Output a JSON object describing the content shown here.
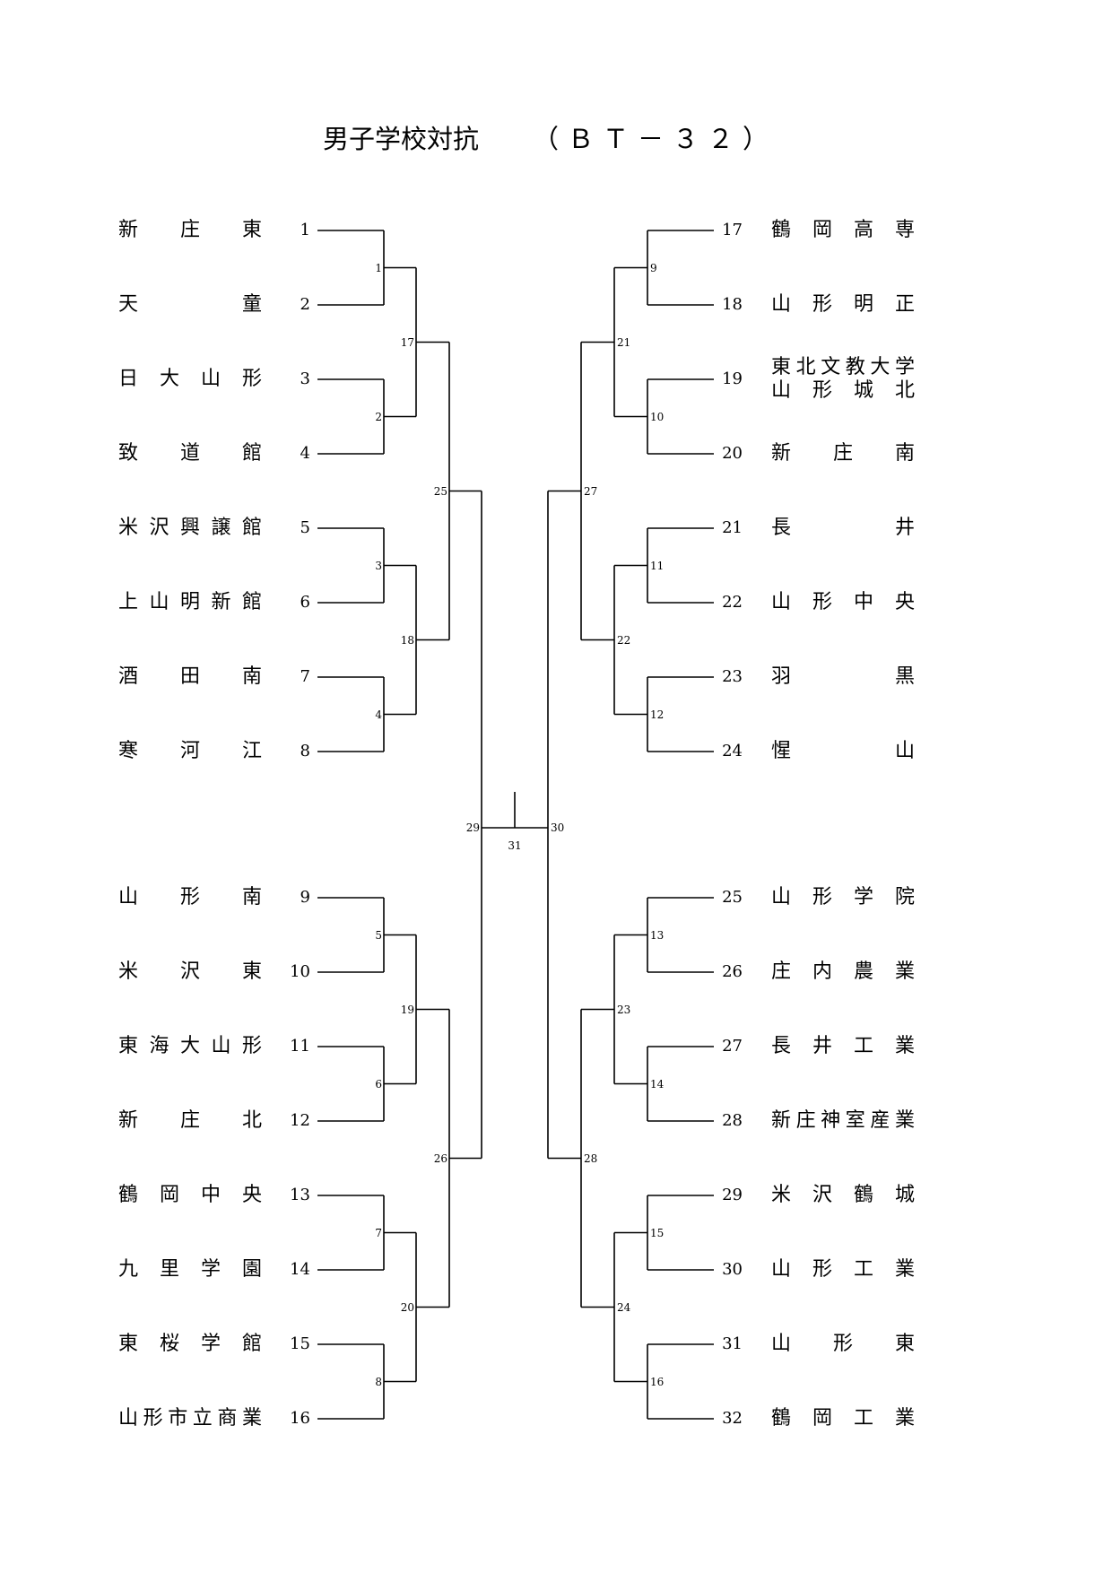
{
  "title": {
    "main": "男子学校対抗",
    "sub": "（ＢＴ－３２）"
  },
  "teams": [
    {
      "seed": "1",
      "name": "新庄東"
    },
    {
      "seed": "2",
      "name": "天童"
    },
    {
      "seed": "3",
      "name": "日大山形"
    },
    {
      "seed": "4",
      "name": "致道館"
    },
    {
      "seed": "5",
      "name": "米沢興譲館"
    },
    {
      "seed": "6",
      "name": "上山明新館"
    },
    {
      "seed": "7",
      "name": "酒田南"
    },
    {
      "seed": "8",
      "name": "寒河江"
    },
    {
      "seed": "9",
      "name": "山形南"
    },
    {
      "seed": "10",
      "name": "米沢東"
    },
    {
      "seed": "11",
      "name": "東海大山形"
    },
    {
      "seed": "12",
      "name": "新庄北"
    },
    {
      "seed": "13",
      "name": "鶴岡中央"
    },
    {
      "seed": "14",
      "name": "九里学園"
    },
    {
      "seed": "15",
      "name": "東桜学館"
    },
    {
      "seed": "16",
      "name": "山形市立商業"
    },
    {
      "seed": "17",
      "name": "鶴岡高専"
    },
    {
      "seed": "18",
      "name": "山形明正"
    },
    {
      "seed": "19",
      "name": "東北文教大学",
      "name2": "山形城北"
    },
    {
      "seed": "20",
      "name": "新庄南"
    },
    {
      "seed": "21",
      "name": "長井"
    },
    {
      "seed": "22",
      "name": "山形中央"
    },
    {
      "seed": "23",
      "name": "羽黒"
    },
    {
      "seed": "24",
      "name": "惺山"
    },
    {
      "seed": "25",
      "name": "山形学院"
    },
    {
      "seed": "26",
      "name": "庄内農業"
    },
    {
      "seed": "27",
      "name": "長井工業"
    },
    {
      "seed": "28",
      "name": "新庄神室産業"
    },
    {
      "seed": "29",
      "name": "米沢鶴城"
    },
    {
      "seed": "30",
      "name": "山形工業"
    },
    {
      "seed": "31",
      "name": "山形東"
    },
    {
      "seed": "32",
      "name": "鶴岡工業"
    }
  ],
  "match_labels": [
    "1",
    "2",
    "3",
    "4",
    "5",
    "6",
    "7",
    "8",
    "9",
    "10",
    "11",
    "12",
    "13",
    "14",
    "15",
    "16",
    "17",
    "18",
    "19",
    "20",
    "21",
    "22",
    "23",
    "24",
    "25",
    "26",
    "27",
    "28",
    "29",
    "30",
    "31"
  ]
}
